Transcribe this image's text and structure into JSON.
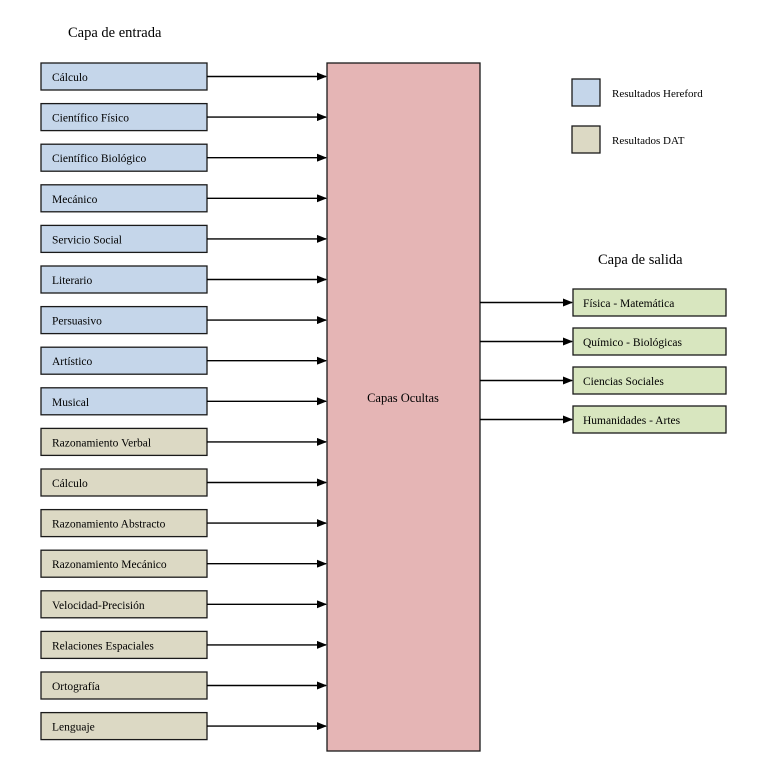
{
  "headings": {
    "input_layer": "Capa de entrada",
    "output_layer": "Capa de salida"
  },
  "hidden_layer": "Capas Ocultas",
  "legend": [
    {
      "label": "Resultados Hereford",
      "color": "#c5d6ea"
    },
    {
      "label": "Resultados DAT",
      "color": "#dcd9c4"
    }
  ],
  "colors": {
    "hereford_fill": "#c5d6ea",
    "dat_fill": "#dcd9c4",
    "hidden_fill": "#e5b5b5",
    "output_fill": "#d8e6bf"
  },
  "inputs": [
    {
      "label": "Cálculo",
      "group": "hereford"
    },
    {
      "label": "Científico Físico",
      "group": "hereford"
    },
    {
      "label": "Científico Biológico",
      "group": "hereford"
    },
    {
      "label": "Mecánico",
      "group": "hereford"
    },
    {
      "label": "Servicio Social",
      "group": "hereford"
    },
    {
      "label": "Literario",
      "group": "hereford"
    },
    {
      "label": "Persuasivo",
      "group": "hereford"
    },
    {
      "label": "Artístico",
      "group": "hereford"
    },
    {
      "label": "Musical",
      "group": "hereford"
    },
    {
      "label": "Razonamiento Verbal",
      "group": "dat"
    },
    {
      "label": "Cálculo",
      "group": "dat"
    },
    {
      "label": "Razonamiento Abstracto",
      "group": "dat"
    },
    {
      "label": "Razonamiento Mecánico",
      "group": "dat"
    },
    {
      "label": "Velocidad-Precisión",
      "group": "dat"
    },
    {
      "label": "Relaciones Espaciales",
      "group": "dat"
    },
    {
      "label": "Ortografía",
      "group": "dat"
    },
    {
      "label": "Lenguaje",
      "group": "dat"
    }
  ],
  "outputs": [
    {
      "label": "Física - Matemática"
    },
    {
      "label": "Químico - Biológicas"
    },
    {
      "label": "Ciencias Sociales"
    },
    {
      "label": "Humanidades - Artes"
    }
  ]
}
